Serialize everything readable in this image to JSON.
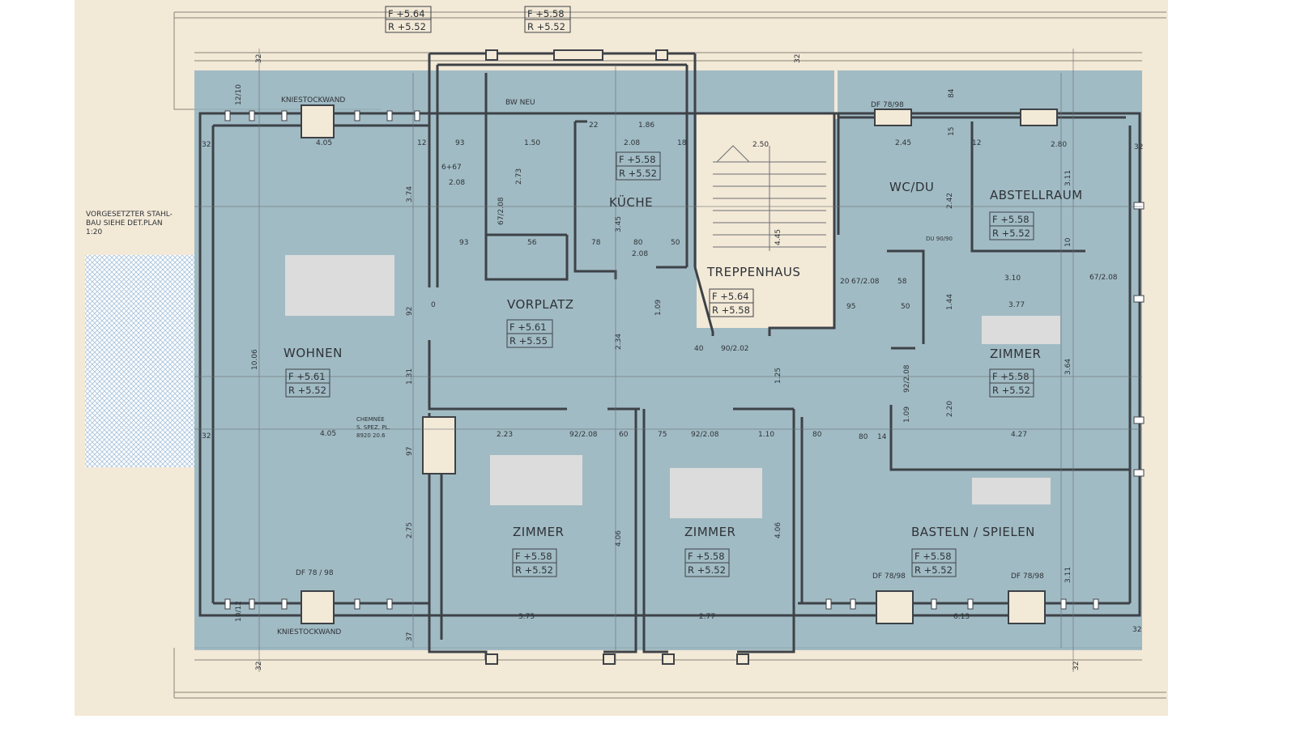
{
  "colors": {
    "paper": "#f3e9d7",
    "overlay": "#8fb1c0",
    "wall": "#3d4247",
    "line": "#6b7075",
    "redact": "#dcdcdc",
    "hatch": "#a9c4dd"
  },
  "rooms": {
    "wohnen": "WOHNEN",
    "vorplatz": "VORPLATZ",
    "kueche": "KÜCHE",
    "treppenhaus": "TREPPENHAUS",
    "wcdu": "WC/DU",
    "abstellraum": "ABSTELLRAUM",
    "zimmer_r": "ZIMMER",
    "zimmer_a": "ZIMMER",
    "zimmer_b": "ZIMMER",
    "basteln": "BASTELN / SPIELEN",
    "bw_neu": "BW NEU"
  },
  "levels": {
    "top1": {
      "f": "F +5.64",
      "r": "R +5.52"
    },
    "top2": {
      "f": "F +5.58",
      "r": "R +5.52"
    },
    "wohnen": {
      "f": "F +5.61",
      "r": "R +5.52"
    },
    "vorplatz": {
      "f": "F +5.61",
      "r": "R +5.55"
    },
    "kueche": {
      "f": "F +5.58",
      "r": "R +5.52"
    },
    "treppenhaus": {
      "f": "F +5.64",
      "r": "R +5.58"
    },
    "abstellraum": {
      "f": "F +5.58",
      "r": "R +5.52"
    },
    "zimmer_r": {
      "f": "F +5.58",
      "r": "R +5.52"
    },
    "zimmer_a": {
      "f": "F +5.58",
      "r": "R +5.52"
    },
    "zimmer_b": {
      "f": "F +5.58",
      "r": "R +5.52"
    },
    "basteln": {
      "f": "F +5.58",
      "r": "R +5.52"
    }
  },
  "notes": {
    "stahlbau_1": "VORGESETZTER STAHL-",
    "stahlbau_2": "BAU SIEHE DET.PLAN",
    "stahlbau_3": "1:20",
    "kniestock_top": "KNIESTOCKWAND",
    "kniestock_bottom": "KNIESTOCKWAND",
    "df_top": "DF 78/98",
    "df_bottom_left": "DF 78 / 98",
    "df_bottom_r1": "DF 78/98",
    "df_bottom_r2": "DF 78/98",
    "chemnee_1": "CHEMNÉE",
    "chemnee_2": "S. SPEZ. PL.",
    "chemnee_3": "8920 20.6",
    "du": "DU 90/90"
  },
  "dims": {
    "d_405a": "4.05",
    "d_405b": "4.05",
    "d_1006": "10.06",
    "d_374": "3.74",
    "d_92": "92",
    "d_131": "1.31",
    "d_97": "97",
    "d_275": "2.75",
    "d_37": "37",
    "d_93a": "93",
    "d_150": "1.50",
    "d_12a": "12",
    "d_22": "22",
    "d_186": "1.86",
    "d_208a": "2.08",
    "d_18a": "18",
    "d_273": "2.73",
    "d_93b": "93",
    "d_56": "56",
    "d_78": "78",
    "d_345": "3.45",
    "d_80": "80",
    "d_50": "50",
    "d_208b": "2.08",
    "d_667": "6+67",
    "d_208c": "2.08",
    "d_67208": "67/2.08",
    "d_250": "2.50",
    "d_445": "4.45",
    "d_245": "2.45",
    "d_280": "2.80",
    "d_311a": "3.11",
    "d_242": "2.42",
    "d_310": "3.10",
    "d_377": "3.77",
    "d_144": "1.44",
    "d_364": "3.64",
    "d_220": "2.20",
    "d_427": "4.27",
    "d_95": "95",
    "d_50b": "50",
    "d_20": "20",
    "d_67208b": "67/2.08",
    "d_67208c": "67/2.08",
    "d_58": "58",
    "d_109a": "1.09",
    "d_234": "2.34",
    "d_40": "40",
    "d_90202": "90/2.02",
    "d_125": "1.25",
    "d_223": "2.23",
    "d_92208a": "92/2.08",
    "d_60": "60",
    "d_75": "75",
    "d_92208b": "92/2.08",
    "d_110": "1.10",
    "d_80b": "80",
    "d_80c": "80",
    "d_14": "14",
    "d_109b": "1.09",
    "d_92208c": "92/2.08",
    "d_406a": "4.06",
    "d_406b": "4.06",
    "d_375": "3.75",
    "d_277": "2.77",
    "d_613": "6.13",
    "d_311b": "3.11",
    "d_32a": "32",
    "d_32b": "32",
    "d_32c": "32",
    "d_32d": "32",
    "d_32e": "32",
    "d_32f": "32",
    "d_32g": "32",
    "d_32h": "32",
    "d_84": "84",
    "d_15": "15",
    "d_1210": "12/10",
    "d_1012": "10/12",
    "d_0": "0",
    "d_10": "10",
    "d_12b": "12"
  }
}
